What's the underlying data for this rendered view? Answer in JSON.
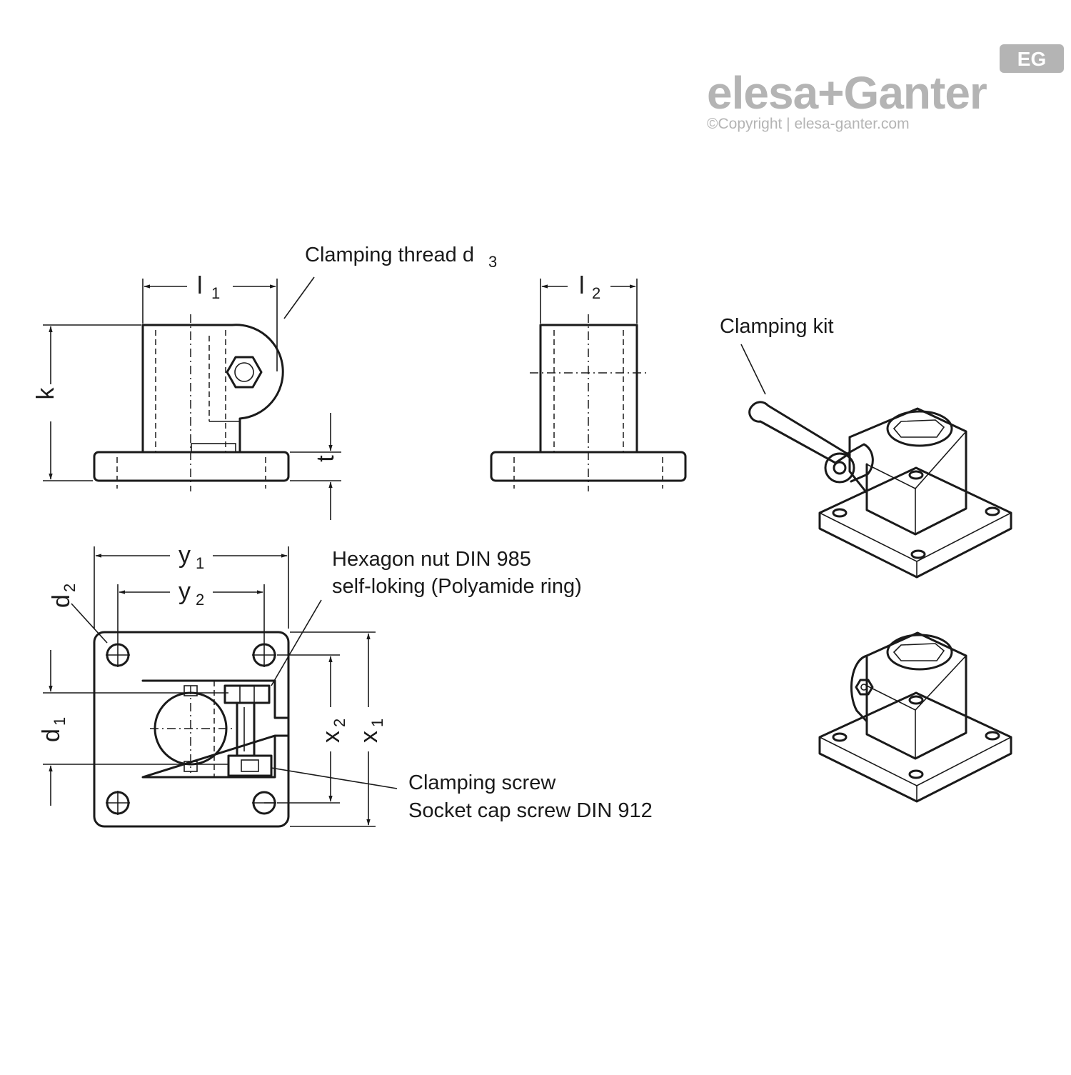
{
  "logo": {
    "brand": "elesa+Ganter",
    "badge": "EG",
    "copyright": "©Copyright | elesa-ganter.com"
  },
  "labels": {
    "clamping_thread": "Clamping thread d",
    "clamping_thread_sub": "3",
    "clamping_kit": "Clamping kit",
    "hex_nut_line1": "Hexagon nut DIN 985",
    "hex_nut_line2": "self-loking (Polyamide ring)",
    "clamping_screw_line1": "Clamping screw",
    "clamping_screw_line2": "Socket cap screw DIN 912"
  },
  "dimensions": {
    "l1": "l",
    "l1_sub": "1",
    "l2": "l",
    "l2_sub": "2",
    "k": "k",
    "t": "t",
    "y1": "y",
    "y1_sub": "1",
    "y2": "y",
    "y2_sub": "2",
    "d1": "d",
    "d1_sub": "1",
    "d2": "d",
    "d2_sub": "2",
    "x1": "x",
    "x1_sub": "1",
    "x2": "x",
    "x2_sub": "2"
  },
  "colors": {
    "line": "#1a1a1a",
    "logo_grey": "#b4b4b4"
  }
}
